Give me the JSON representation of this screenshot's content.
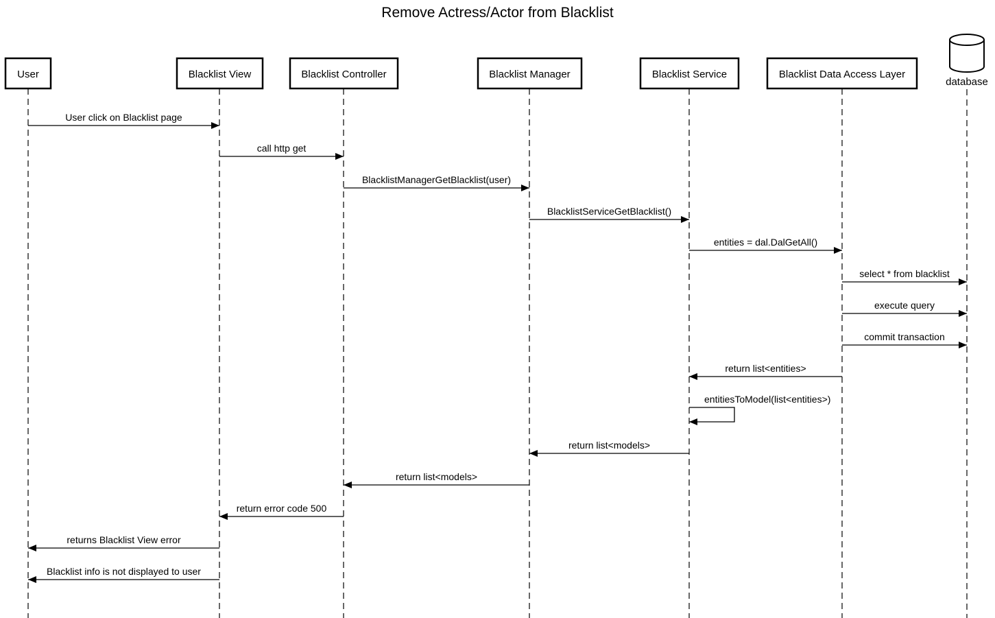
{
  "title": "Remove Actress/Actor from Blacklist",
  "participants": [
    {
      "id": "user",
      "label": "User",
      "kind": "box"
    },
    {
      "id": "view",
      "label": "Blacklist View",
      "kind": "box"
    },
    {
      "id": "controller",
      "label": "Blacklist Controller",
      "kind": "box"
    },
    {
      "id": "manager",
      "label": "Blacklist Manager",
      "kind": "box"
    },
    {
      "id": "service",
      "label": "Blacklist Service",
      "kind": "box"
    },
    {
      "id": "dal",
      "label": "Blacklist Data Access Layer",
      "kind": "box"
    },
    {
      "id": "db",
      "label": "database",
      "kind": "database"
    }
  ],
  "messages": [
    {
      "from": "user",
      "to": "view",
      "label": "User click on Blacklist page"
    },
    {
      "from": "view",
      "to": "controller",
      "label": "call http get"
    },
    {
      "from": "controller",
      "to": "manager",
      "label": "BlacklistManagerGetBlacklist(user)"
    },
    {
      "from": "manager",
      "to": "service",
      "label": "BlacklistServiceGetBlacklist()"
    },
    {
      "from": "service",
      "to": "dal",
      "label": "entities = dal.DalGetAll()"
    },
    {
      "from": "dal",
      "to": "db",
      "label": "select * from blacklist"
    },
    {
      "from": "dal",
      "to": "db",
      "label": "execute query"
    },
    {
      "from": "dal",
      "to": "db",
      "label": "commit transaction"
    },
    {
      "from": "dal",
      "to": "service",
      "label": "return list<entities>"
    },
    {
      "from": "service",
      "to": "service",
      "label": "entitiesToModel(list<entities>)"
    },
    {
      "from": "service",
      "to": "manager",
      "label": "return list<models>"
    },
    {
      "from": "manager",
      "to": "controller",
      "label": "return list<models>"
    },
    {
      "from": "controller",
      "to": "view",
      "label": "return error code 500"
    },
    {
      "from": "view",
      "to": "user",
      "label": "returns Blacklist View error"
    },
    {
      "from": "view",
      "to": "user",
      "label": "Blacklist info is not displayed to user"
    }
  ]
}
